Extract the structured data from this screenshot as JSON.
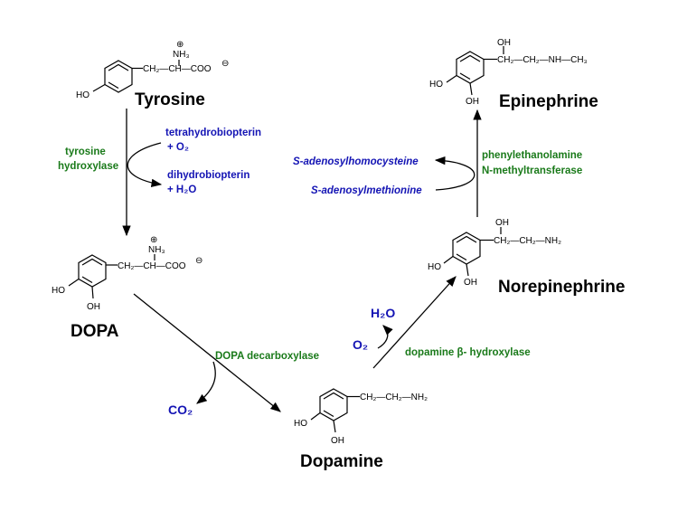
{
  "colors": {
    "enzyme": "#1a7a1a",
    "cofactor": "#1414b4",
    "structure": "#000000"
  },
  "molecules": {
    "tyrosine": {
      "name": "Tyrosine",
      "chain": "CH₂—CH—COO",
      "amine": "NH₃",
      "ring_oh": "HO"
    },
    "dopa": {
      "name": "DOPA",
      "chain": "CH₂—CH—COO",
      "amine": "NH₃",
      "ring_oh": "HO",
      "ring_oh2": "OH"
    },
    "dopamine": {
      "name": "Dopamine",
      "chain": "CH₂—CH₂—NH₂",
      "ring_oh": "HO",
      "ring_oh2": "OH"
    },
    "norepinephrine": {
      "name": "Norepinephrine",
      "chain": "CH₂—CH₂—NH₂",
      "side_oh": "OH",
      "ring_oh": "HO",
      "ring_oh2": "OH"
    },
    "epinephrine": {
      "name": "Epinephrine",
      "chain": "CH₂—CH₂—NH—CH₃",
      "side_oh": "OH",
      "ring_oh": "HO",
      "ring_oh2": "OH"
    }
  },
  "enzymes": {
    "tyrosine_hydroxylase": [
      "tyrosine",
      "hydroxylase"
    ],
    "dopa_decarboxylase": "DOPA decarboxylase",
    "dopamine_hydroxylase": "dopamine β- hydroxylase",
    "pnmt": [
      "phenylethanolamine",
      "N-methyltransferase"
    ]
  },
  "cofactors": {
    "tetrahydrobiopterin": [
      "tetrahydrobiopterin",
      "+ O₂"
    ],
    "dihydrobiopterin": [
      "dihydrobiopterin",
      "+ H₂O"
    ],
    "co2": "CO₂",
    "o2": "O₂",
    "h2o": "H₂O",
    "sah": "S-adenosylhomocysteine",
    "sam": "S-adenosylmethionine"
  }
}
